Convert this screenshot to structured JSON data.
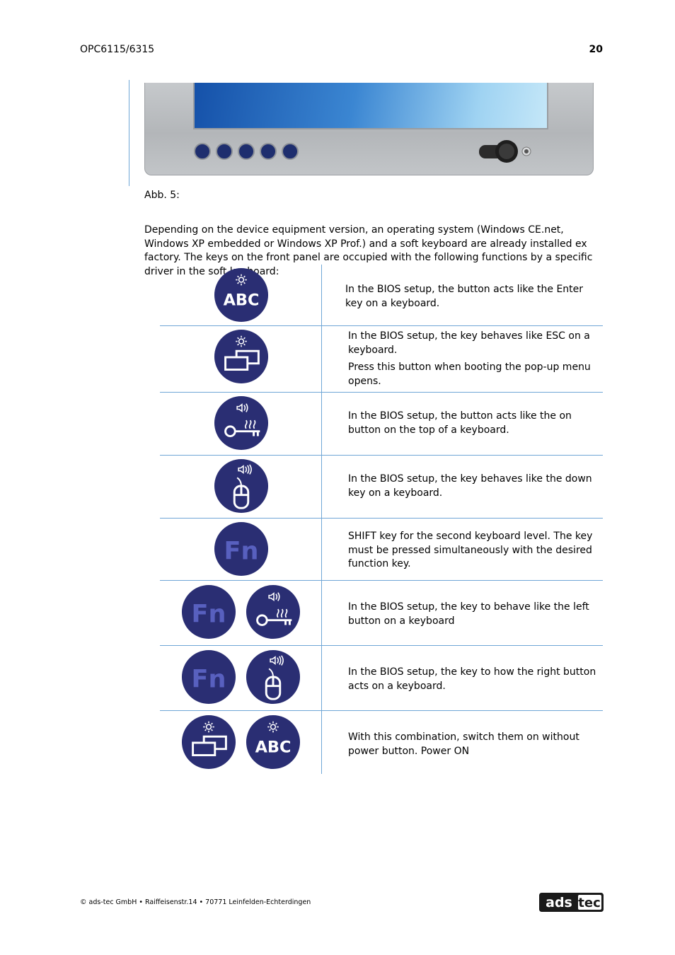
{
  "header": {
    "doc_id": "OPC6115/6315",
    "page_number": "20"
  },
  "figure": {
    "caption": "Abb. 5:"
  },
  "intro": "Depending on the device equipment version, an operating system (Windows CE.net, Windows XP embedded or Windows XP Prof.) and a soft keyboard are already installed ex factory. The keys on the front panel are occupied with the following functions by a specific driver in the soft keyboard:",
  "rows": [
    {
      "icons": [
        "abc-icon"
      ],
      "text": [
        "In the BIOS setup, the button acts like the Enter key on a keyboard."
      ]
    },
    {
      "icons": [
        "windows-icon"
      ],
      "text": [
        "In the BIOS setup, the key behaves like ESC on a keyboard.",
        "Press this button when booting the pop-up menu opens."
      ]
    },
    {
      "icons": [
        "key-icon"
      ],
      "text": [
        "In the BIOS setup, the button acts like the on button on the top of a keyboard."
      ]
    },
    {
      "icons": [
        "mouse-icon"
      ],
      "text": [
        "In the BIOS setup, the key behaves like the down key on a keyboard."
      ]
    },
    {
      "icons": [
        "fn-icon"
      ],
      "text": [
        "SHIFT key for the second keyboard level. The key must be pressed simultaneously with the desired function key."
      ]
    },
    {
      "icons": [
        "fn-icon",
        "key-icon"
      ],
      "text": [
        "In the BIOS setup, the key to behave like the left button on a keyboard"
      ]
    },
    {
      "icons": [
        "fn-icon",
        "mouse-icon"
      ],
      "text": [
        "In the BIOS setup, the key to how the right button acts on a keyboard."
      ]
    },
    {
      "icons": [
        "windows-icon",
        "abc-icon"
      ],
      "text": [
        "With this combination, switch them on without power button. Power ON"
      ]
    }
  ],
  "icon_labels": {
    "abc": "ABC",
    "fn": "Fn"
  },
  "colors": {
    "icon_fill": "#2a2e73",
    "icon_fg": "#ffffff",
    "fn_fg": "#5860bf",
    "rule": "#6fa6d6"
  },
  "footer": {
    "address": "© ads-tec GmbH • Raiffeisenstr.14 • 70771 Leinfelden-Echterdingen",
    "logo_left": "ads",
    "logo_right": "tec"
  }
}
